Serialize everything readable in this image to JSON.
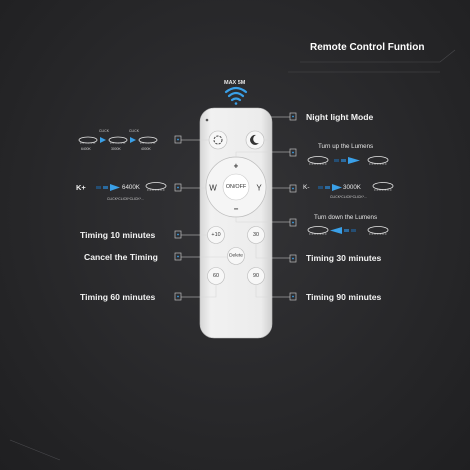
{
  "title": "Remote Control Funtion",
  "wifi": {
    "label": "MAX 5M"
  },
  "remote": {
    "onoff": "ON/OFF",
    "w": "W",
    "y": "Y",
    "plus": "+",
    "minus": "−",
    "t10": "+10",
    "t30": "30",
    "delete": "Delete",
    "t60": "60",
    "t90": "90"
  },
  "labels": {
    "night": "Night light Mode",
    "turn_up": "Turn up the Lumens",
    "turn_down": "Turn down the Lumens",
    "timing10": "Timing 10 minutes",
    "cancel": "Cancel the Timing",
    "timing60": "Timing 60 minutes",
    "timing30": "Timing 30 minutes",
    "timing90": "Timing 90 minutes"
  },
  "cct": {
    "t6400": "6400K",
    "t3000": "3000K",
    "t4000": "4000K",
    "click1": "CLICK",
    "click2": "CLICK",
    "k_plus": "K+",
    "k_minus": "K-",
    "w_temp": "6400K",
    "y_temp": "3000K",
    "w_click": "CLICK*CLICK*CLICK*...",
    "y_click": "CLICK*CLICK*CLICK*..."
  },
  "colors": {
    "accent": "#3aa0e8",
    "bg": "#2a2a2c",
    "remote": "#e9e9e9"
  }
}
